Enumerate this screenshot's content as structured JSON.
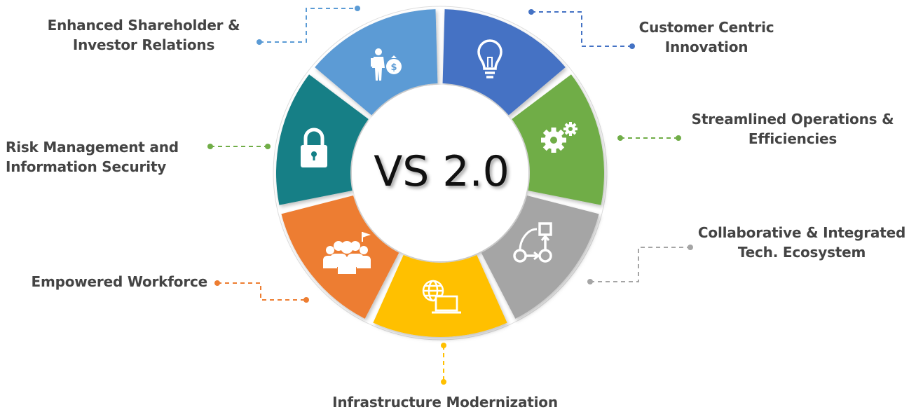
{
  "center_title": "VS 2.0",
  "segments": [
    {
      "id": "shareholder",
      "lines": [
        "Enhanced Shareholder &",
        "Investor Relations"
      ],
      "icon": "investor-icon",
      "color": "#5b9bd5"
    },
    {
      "id": "customer",
      "lines": [
        "Customer Centric",
        "Innovation"
      ],
      "icon": "lightbulb-icon",
      "color": "#4472c4"
    },
    {
      "id": "operations",
      "lines": [
        "Streamlined Operations &",
        "Efficiencies"
      ],
      "icon": "gears-icon",
      "color": "#70ad47"
    },
    {
      "id": "collaborative",
      "lines": [
        "Collaborative & Integrated",
        "Tech. Ecosystem"
      ],
      "icon": "workflow-icon",
      "color": "#a5a5a5"
    },
    {
      "id": "infrastructure",
      "lines": [
        "Infrastructure Modernization"
      ],
      "icon": "globe-laptop-icon",
      "color": "#ffc000"
    },
    {
      "id": "workforce",
      "lines": [
        "Empowered Workforce"
      ],
      "icon": "team-icon",
      "color": "#ed7d31"
    },
    {
      "id": "risk",
      "lines": [
        "Risk Management and",
        "Information Security"
      ],
      "icon": "padlock-icon",
      "color": "#127f86"
    }
  ]
}
